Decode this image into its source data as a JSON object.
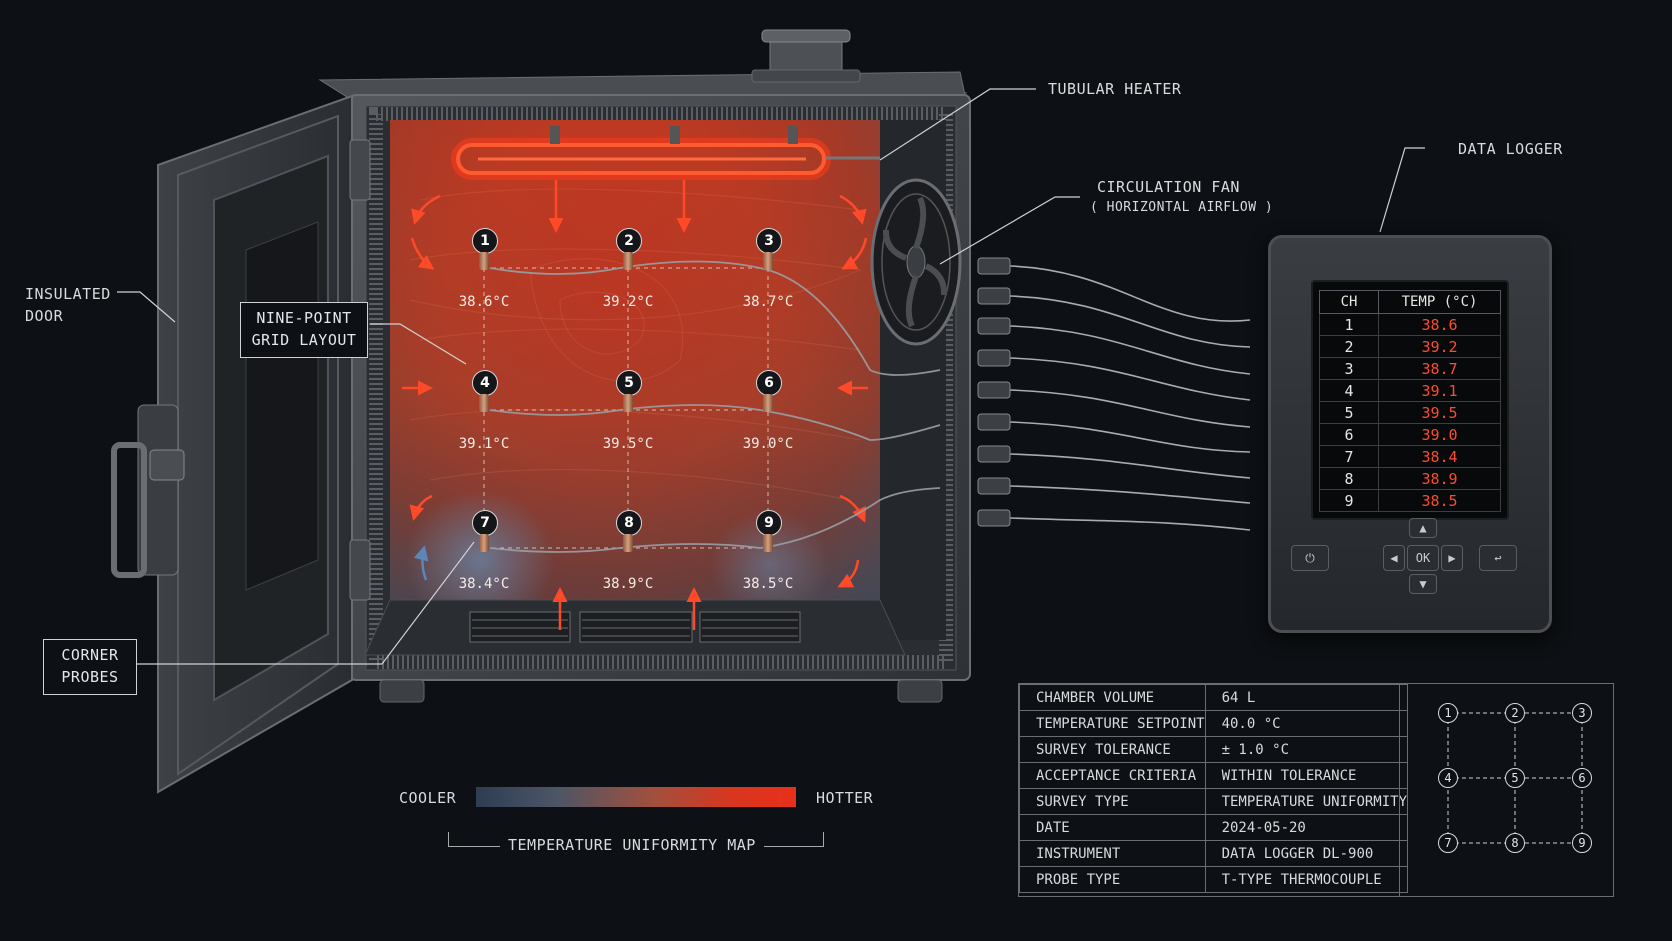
{
  "colors": {
    "hot": "#e8301a",
    "warm": "#c8402a",
    "cool": "#3a5a80",
    "background": "#0d1014",
    "value_red": "#ff4a30"
  },
  "labels": {
    "tubular_heater": "TUBULAR HEATER",
    "data_logger": "DATA LOGGER",
    "circulation_fan_line1": "CIRCULATION FAN",
    "circulation_fan_line2": "( HORIZONTAL AIRFLOW )",
    "insulated_door_line1": "INSULATED",
    "insulated_door_line2": "DOOR",
    "nine_point_line1": "NINE-POINT",
    "nine_point_line2": "GRID LAYOUT",
    "corner_probes_line1": "CORNER",
    "corner_probes_line2": "PROBES"
  },
  "probes": [
    {
      "id": "1",
      "temp": "38.6°C"
    },
    {
      "id": "2",
      "temp": "39.2°C"
    },
    {
      "id": "3",
      "temp": "38.7°C"
    },
    {
      "id": "4",
      "temp": "39.1°C"
    },
    {
      "id": "5",
      "temp": "39.5°C"
    },
    {
      "id": "6",
      "temp": "39.0°C"
    },
    {
      "id": "7",
      "temp": "38.4°C"
    },
    {
      "id": "8",
      "temp": "38.9°C"
    },
    {
      "id": "9",
      "temp": "38.5°C"
    }
  ],
  "logger": {
    "header_ch": "CH",
    "header_temp": "TEMP (°C)",
    "rows": [
      {
        "ch": "1",
        "temp": "38.6"
      },
      {
        "ch": "2",
        "temp": "39.2"
      },
      {
        "ch": "3",
        "temp": "38.7"
      },
      {
        "ch": "4",
        "temp": "39.1"
      },
      {
        "ch": "5",
        "temp": "39.5"
      },
      {
        "ch": "6",
        "temp": "39.0"
      },
      {
        "ch": "7",
        "temp": "38.4"
      },
      {
        "ch": "8",
        "temp": "38.9"
      },
      {
        "ch": "9",
        "temp": "38.5"
      }
    ],
    "ok_label": "OK"
  },
  "legend": {
    "cooler": "COOLER",
    "hotter": "HOTTER",
    "title": "TEMPERATURE UNIFORMITY MAP"
  },
  "spec": [
    {
      "key": "CHAMBER VOLUME",
      "value": "64 L"
    },
    {
      "key": "TEMPERATURE SETPOINT",
      "value": "40.0 °C"
    },
    {
      "key": "SURVEY TOLERANCE",
      "value": "± 1.0 °C"
    },
    {
      "key": "ACCEPTANCE CRITERIA",
      "value": "WITHIN TOLERANCE"
    },
    {
      "key": "SURVEY TYPE",
      "value": "TEMPERATURE UNIFORMITY"
    },
    {
      "key": "DATE",
      "value": "2024-05-20"
    },
    {
      "key": "INSTRUMENT",
      "value": "DATA LOGGER DL-900"
    },
    {
      "key": "PROBE TYPE",
      "value": "T-TYPE THERMOCOUPLE"
    }
  ],
  "grid_schematic": [
    "1",
    "2",
    "3",
    "4",
    "5",
    "6",
    "7",
    "8",
    "9"
  ]
}
